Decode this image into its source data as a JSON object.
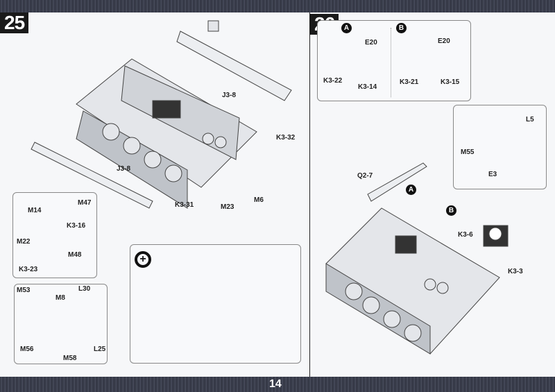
{
  "page_number": "14",
  "step25": {
    "number": "25",
    "main_labels": [
      "J3-8",
      "J3-8",
      "K3-32",
      "K3-31",
      "M23",
      "M6"
    ],
    "subpanel1_labels": [
      "M47",
      "M14",
      "K3-16",
      "M22",
      "M48",
      "K3-23"
    ],
    "subpanel2_labels": [
      "M53",
      "M8",
      "L30",
      "M56",
      "M58",
      "L25"
    ],
    "zoom_icon": "magnifier-plus-icon"
  },
  "step26": {
    "number": "26",
    "variant_a": {
      "badge": "A",
      "labels": [
        "E20",
        "K3-22",
        "K3-14"
      ]
    },
    "variant_b": {
      "badge": "B",
      "labels": [
        "E20",
        "K3-21",
        "K3-15"
      ]
    },
    "subpanel_labels": [
      "L5",
      "M55",
      "E3"
    ],
    "main_labels": [
      "Q2-7",
      "K3-6",
      "K3-3"
    ],
    "badges": [
      "A",
      "B"
    ]
  }
}
